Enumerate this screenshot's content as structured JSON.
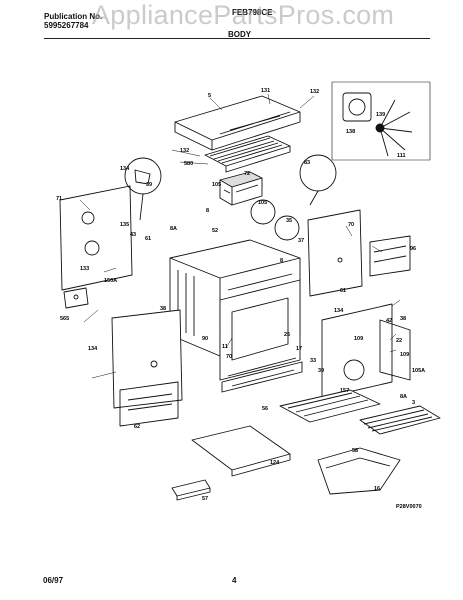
{
  "header": {
    "publication_label": "Publication No.",
    "publication_number": "5995267784",
    "model": "FEB798CE",
    "section": "BODY",
    "watermark": "AppliancePartsPros.com"
  },
  "footer": {
    "date": "06/97",
    "page": "4"
  },
  "diagram": {
    "code": "P28V0070",
    "callouts": [
      "5",
      "131",
      "132",
      "138",
      "139",
      "111",
      "132",
      "580",
      "105",
      "72",
      "71",
      "134",
      "39",
      "135",
      "43",
      "61",
      "8A",
      "8",
      "52",
      "105",
      "35",
      "37",
      "83",
      "70",
      "96",
      "133",
      "150A",
      "565",
      "38",
      "8",
      "90",
      "11",
      "70",
      "134",
      "25",
      "17",
      "33",
      "39",
      "61",
      "109",
      "42",
      "22",
      "109",
      "105A",
      "56",
      "157",
      "8A",
      "3",
      "62",
      "124",
      "57",
      "16",
      "38",
      "134",
      "58"
    ]
  }
}
